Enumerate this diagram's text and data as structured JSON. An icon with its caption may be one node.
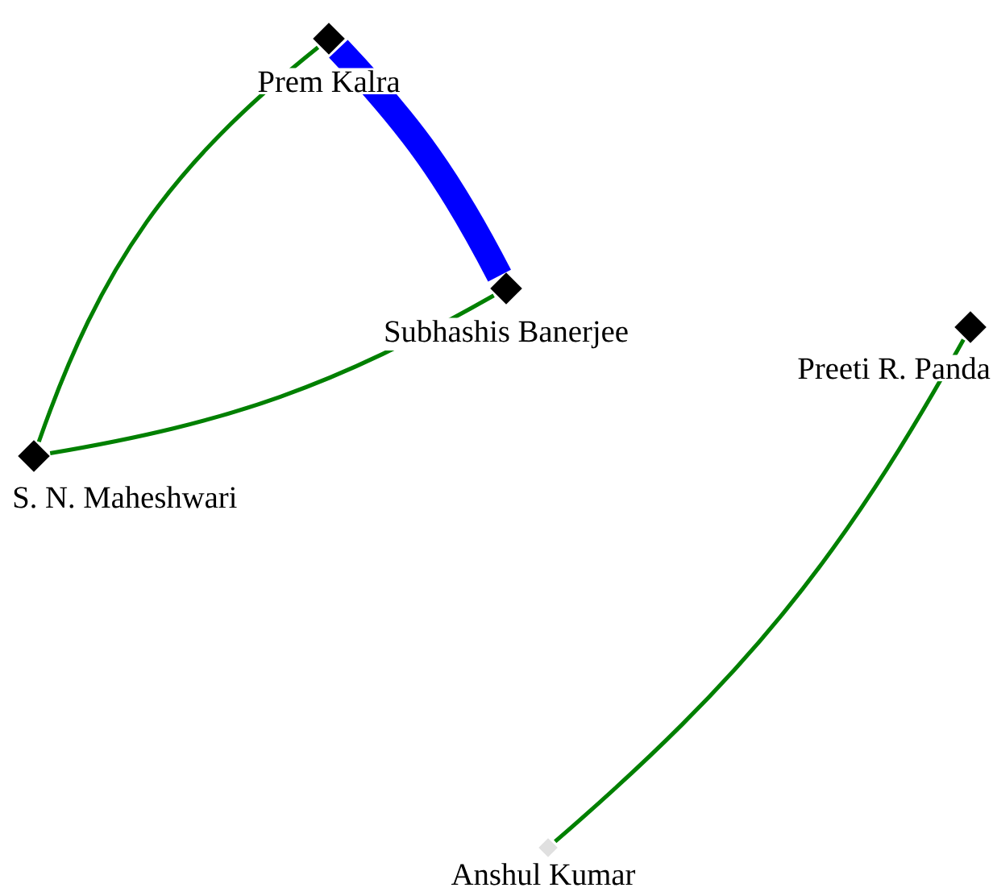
{
  "diagram": {
    "nodes": [
      {
        "text": [],
        "shape": "diamond",
        "beside": [
          "Prem Kalra"
        ]
      },
      {
        "text": [],
        "shape": "diamond",
        "beside": [
          "Subhashis Banerjee"
        ]
      },
      {
        "text": [],
        "shape": "diamond",
        "beside": [
          "S. N. Maheshwari"
        ]
      },
      {
        "text": [],
        "shape": "diamond",
        "beside": [
          "Preeti R. Panda"
        ]
      },
      {
        "text": [],
        "shape": "diamond",
        "beside": [
          "Anshul Kumar"
        ]
      }
    ],
    "edges": [
      {
        "from": 0,
        "to": 1,
        "arrow": "none",
        "style": "thick",
        "color": "#0000ff"
      },
      {
        "from": 0,
        "to": 2,
        "arrow": "none"
      },
      {
        "from": 1,
        "to": 2,
        "arrow": "none"
      },
      {
        "from": 3,
        "to": 4,
        "arrow": "none"
      }
    ]
  }
}
